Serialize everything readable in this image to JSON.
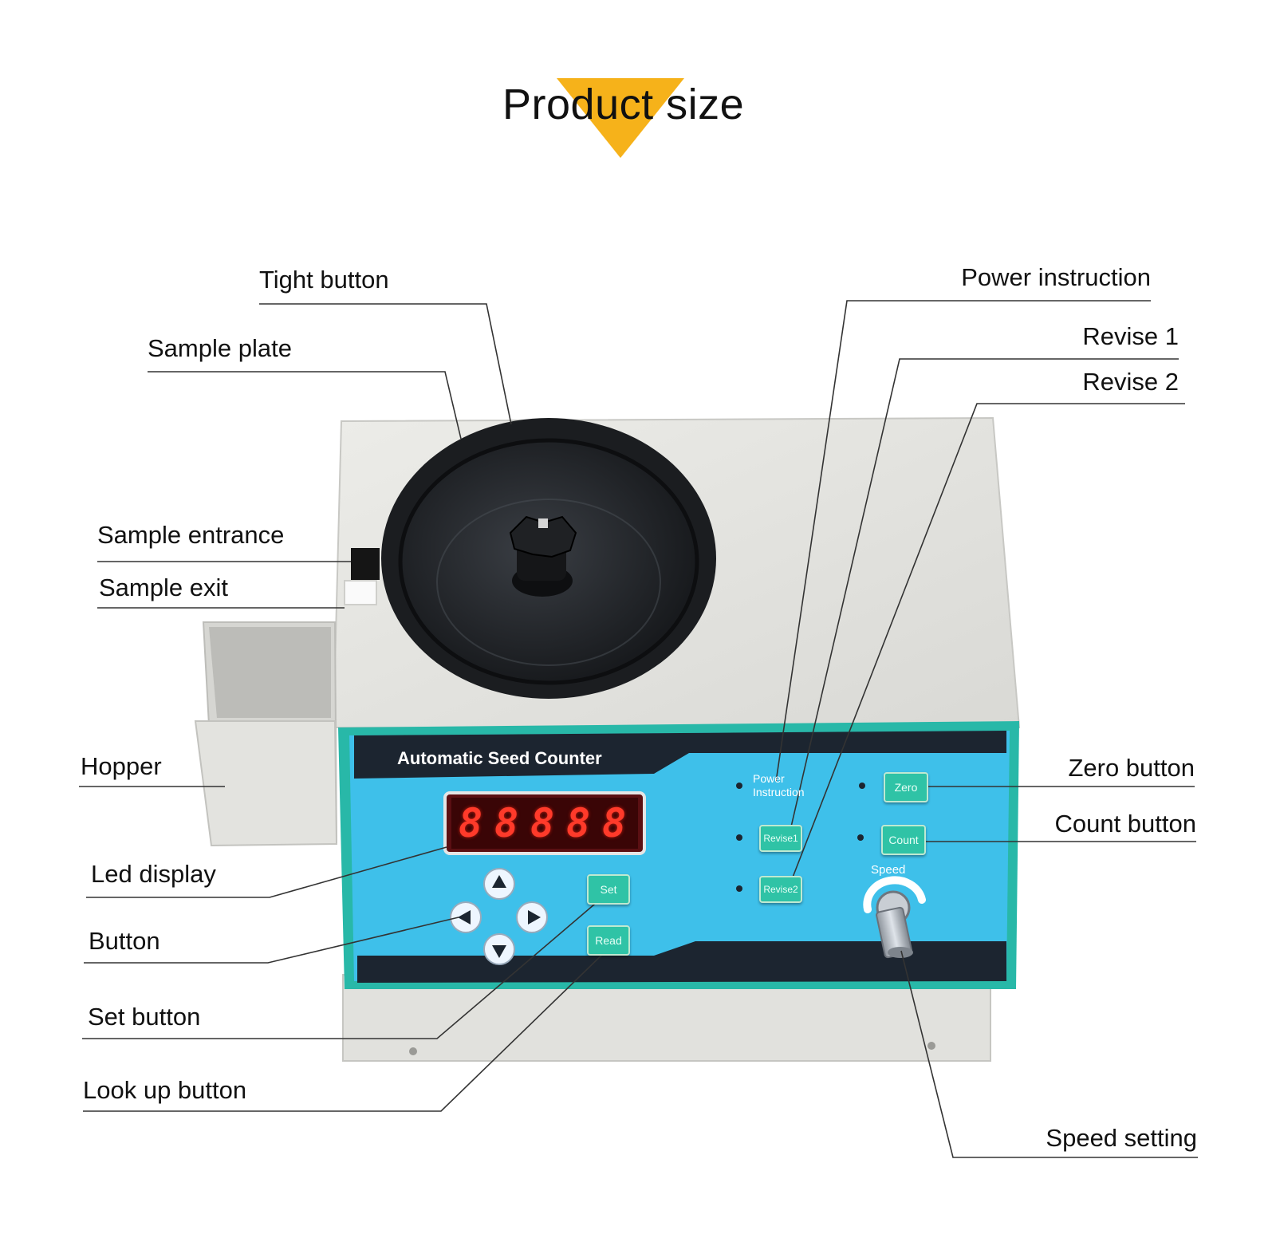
{
  "header": {
    "title": "Product size"
  },
  "callouts": {
    "tight_button": "Tight button",
    "sample_plate": "Sample plate",
    "sample_entrance": "Sample entrance",
    "sample_exit": "Sample exit",
    "hopper": "Hopper",
    "led_display": "Led display",
    "button": "Button",
    "set_button": "Set button",
    "look_up_button": "Look up button",
    "power_instruction": "Power instruction",
    "revise_1": "Revise 1",
    "revise_2": "Revise 2",
    "zero_button": "Zero button",
    "count_button": "Count button",
    "speed_setting": "Speed setting"
  },
  "device": {
    "panel_title": "Automatic Seed Counter",
    "led_digits": [
      "8",
      "8",
      "8",
      "8",
      "8"
    ],
    "power_label_1": "Power",
    "power_label_2": "Instruction",
    "revise1_label": "Revise1",
    "revise2_label": "Revise2",
    "zero_label": "Zero",
    "count_label": "Count",
    "set_label": "Set",
    "read_label": "Read",
    "speed_label": "Speed"
  },
  "colors": {
    "accent_triangle": "#f6b21a",
    "panel_blue": "#3ec0ea",
    "panel_dark": "#1c2530",
    "panel_border": "#28b8a8",
    "led_red": "#ff3a2a",
    "button_green": "#2fc3a6",
    "casing": "#e6e6e2"
  },
  "icons": [
    "arrow-up-icon",
    "arrow-down-icon",
    "arrow-left-icon",
    "arrow-right-icon",
    "speed-knob-icon"
  ]
}
